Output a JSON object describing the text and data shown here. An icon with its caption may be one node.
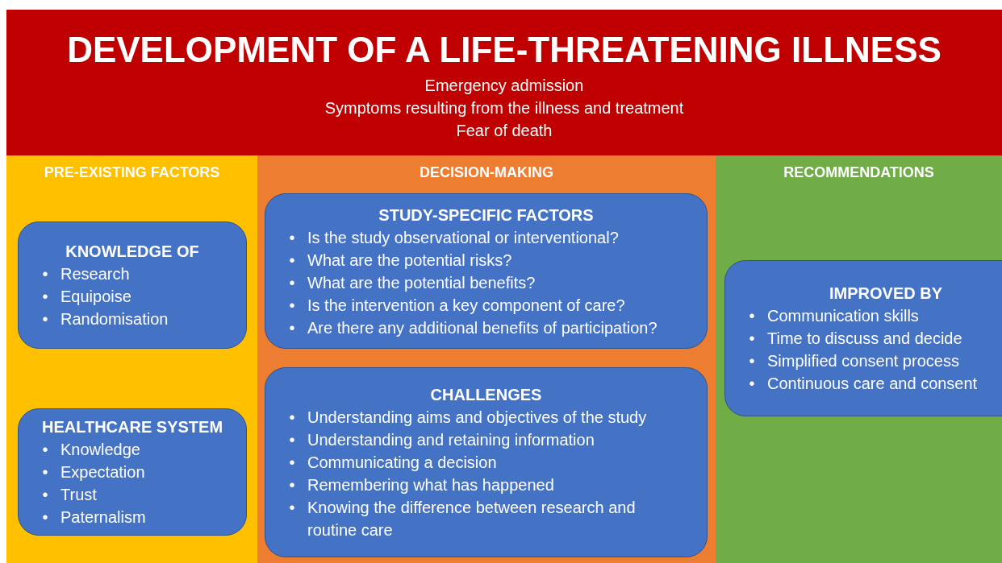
{
  "diagram": {
    "nodes": [
      {
        "text": [
          "DEVELOPMENT OF A LIFE-THREATENING ILLNESS",
          "Emergency admission",
          "Symptoms resulting from the illness and treatment",
          "Fear of death"
        ]
      },
      {
        "text": [
          "PRE-EXISTING FACTORS"
        ]
      },
      {
        "text": [
          "KNOWLEDGE OF",
          "Research",
          "Equipoise",
          "Randomisation"
        ],
        "in": 1
      },
      {
        "text": [
          "HEALTHCARE SYSTEM",
          "Knowledge",
          "Expectation",
          "Trust",
          "Paternalism"
        ],
        "in": 1
      },
      {
        "text": [
          "DECISION-MAKING"
        ]
      },
      {
        "text": [
          "STUDY-SPECIFIC FACTORS",
          "Is the study observational or interventional?",
          "What are the potential risks?",
          "What are the potential benefits?",
          "Is the intervention a key component of care?",
          "Are there any additional benefits of participation?"
        ],
        "in": 4
      },
      {
        "text": [
          "CHALLENGES",
          "Understanding aims and objectives of the study",
          "Understanding and retaining information",
          "Communicating a decision",
          "Remembering what has happened",
          "Knowing the difference between research and routine care"
        ],
        "in": 4
      },
      {
        "text": [
          "RECOMMENDATIONS"
        ]
      },
      {
        "text": [
          "IMPROVED BY",
          "Communication skills",
          "Time to discuss and decide",
          "Simplified consent process",
          "Continuous care and consent"
        ],
        "in": 7
      }
    ],
    "labels": [
      "•",
      "•",
      "•",
      "•",
      "•",
      "•",
      "•",
      "•",
      "•",
      "•",
      "•",
      "•",
      "•",
      "•",
      "•",
      "•",
      "•",
      "•",
      "•",
      "•",
      "•"
    ]
  }
}
